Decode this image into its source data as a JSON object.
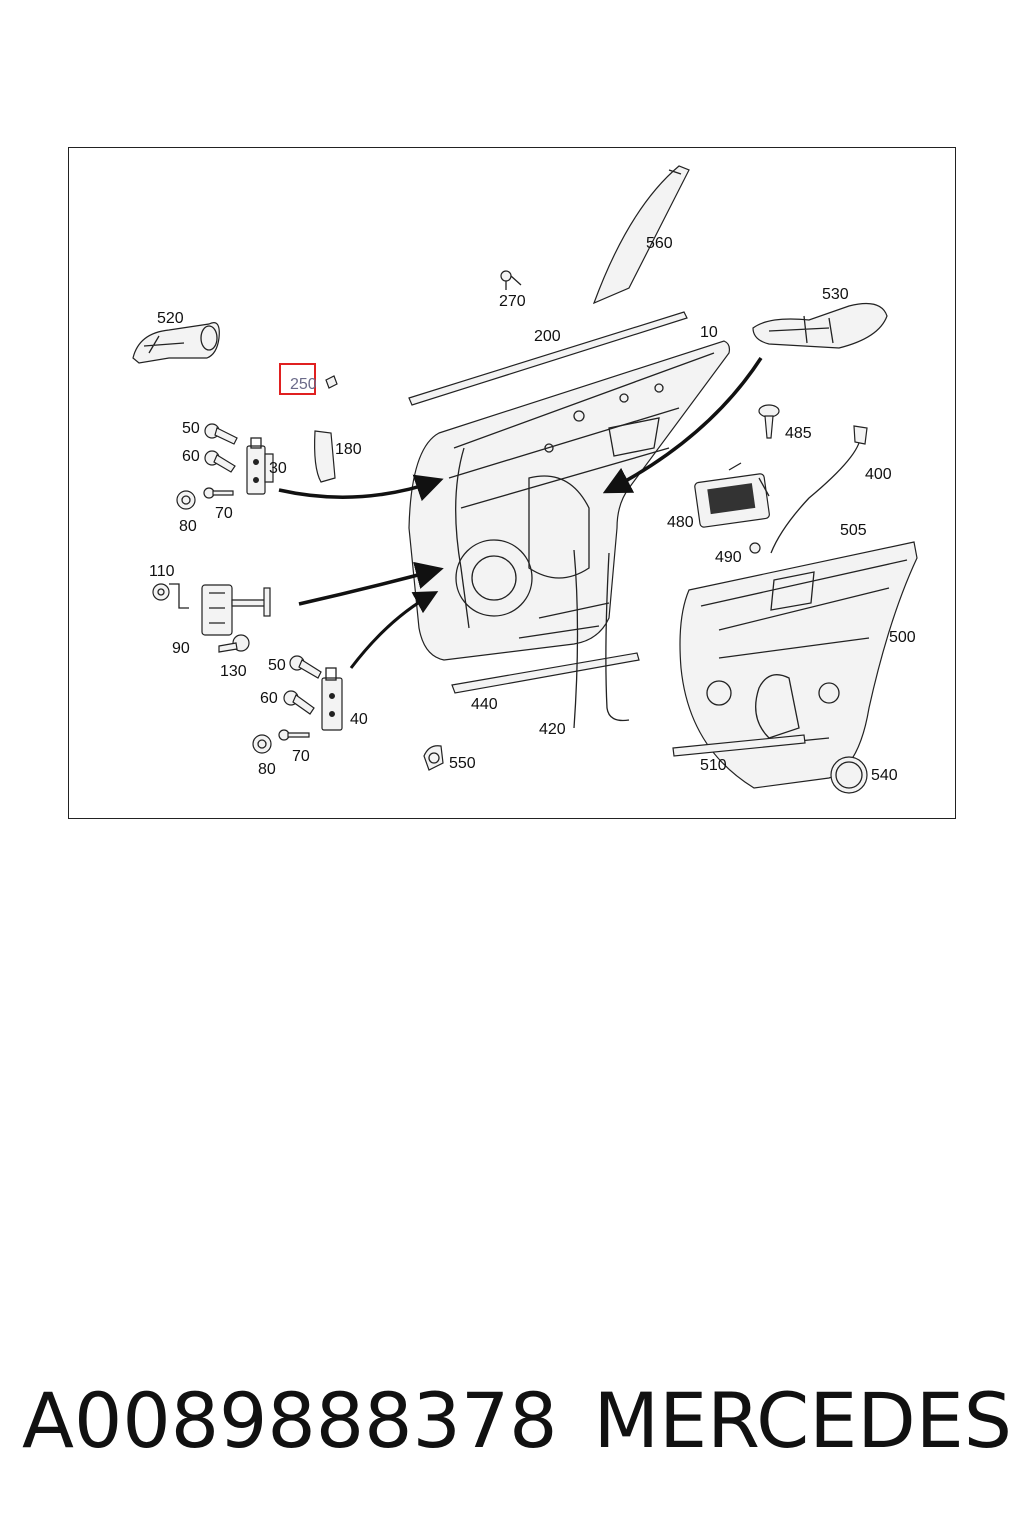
{
  "diagram": {
    "labels": {
      "p520": "520",
      "p250": "250",
      "p50a": "50",
      "p60a": "60",
      "p30": "30",
      "p180": "180",
      "p80a": "80",
      "p70a": "70",
      "p110": "110",
      "p90": "90",
      "p130": "130",
      "p50b": "50",
      "p60b": "60",
      "p40": "40",
      "p80b": "80",
      "p70b": "70",
      "p270": "270",
      "p200": "200",
      "p560": "560",
      "p10": "10",
      "p530": "530",
      "p485": "485",
      "p400": "400",
      "p480": "480",
      "p490": "490",
      "p505": "505",
      "p500": "500",
      "p440": "440",
      "p420": "420",
      "p550": "550",
      "p510": "510",
      "p540": "540"
    },
    "highlighted_part": "250",
    "highlight_color": "#e02020"
  },
  "caption": {
    "part_number": "A0089888378",
    "brand": "MERCEDES"
  }
}
